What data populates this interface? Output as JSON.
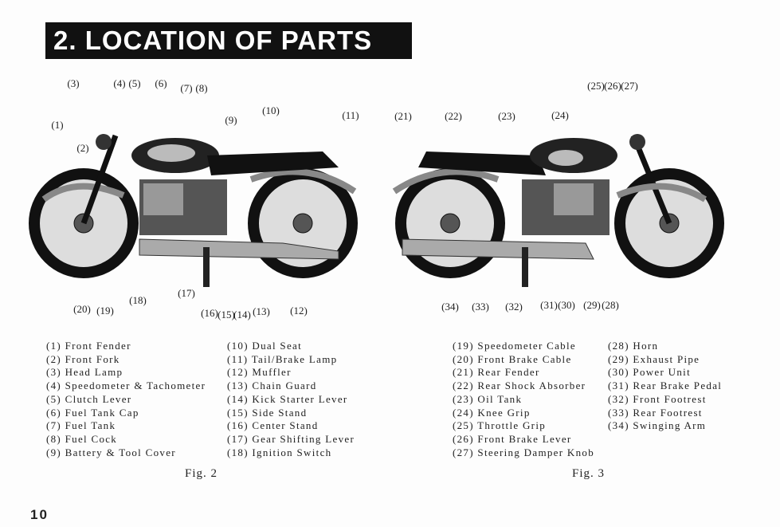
{
  "title": "2. LOCATION OF PARTS",
  "page_number": "10",
  "fig2": {
    "caption": "Fig. 2",
    "callouts": [
      "(3)",
      "(4)",
      "(5)",
      "(6)",
      "(7)",
      "(8)",
      "(9)",
      "(10)",
      "(11)",
      "(1)",
      "(2)",
      "(20)",
      "(19)",
      "(18)",
      "(17)",
      "(16)",
      "(15)",
      "(14)",
      "(13)",
      "(12)"
    ]
  },
  "fig3": {
    "caption": "Fig. 3",
    "callouts": [
      "(21)",
      "(22)",
      "(23)",
      "(24)",
      "(25)",
      "(26)",
      "(27)",
      "(34)",
      "(33)",
      "(32)",
      "(31)",
      "(30)",
      "(29)",
      "(28)"
    ]
  },
  "legend": {
    "col1": [
      "(1) Front Fender",
      "(2) Front Fork",
      "(3) Head Lamp",
      "(4) Speedometer & Tachometer",
      "(5) Clutch Lever",
      "(6) Fuel Tank Cap",
      "(7) Fuel Tank",
      "(8) Fuel Cock",
      "(9) Battery & Tool Cover"
    ],
    "col2": [
      "(10) Dual Seat",
      "(11) Tail/Brake Lamp",
      "(12) Muffler",
      "(13) Chain Guard",
      "(14) Kick Starter Lever",
      "(15) Side Stand",
      "(16) Center Stand",
      "(17) Gear Shifting Lever",
      "(18) Ignition Switch"
    ],
    "col3": [
      "(19) Speedometer Cable",
      "(20) Front Brake Cable",
      "(21) Rear Fender",
      "(22) Rear Shock Absorber",
      "(23) Oil Tank",
      "(24) Knee Grip",
      "(25) Throttle Grip",
      "(26) Front Brake Lever",
      "(27) Steering Damper Knob"
    ],
    "col4": [
      "(28) Horn",
      "(29) Exhaust Pipe",
      "(30) Power Unit",
      "(31) Rear Brake Pedal",
      "(32) Front Footrest",
      "(33) Rear Footrest",
      "(34) Swinging Arm"
    ]
  }
}
